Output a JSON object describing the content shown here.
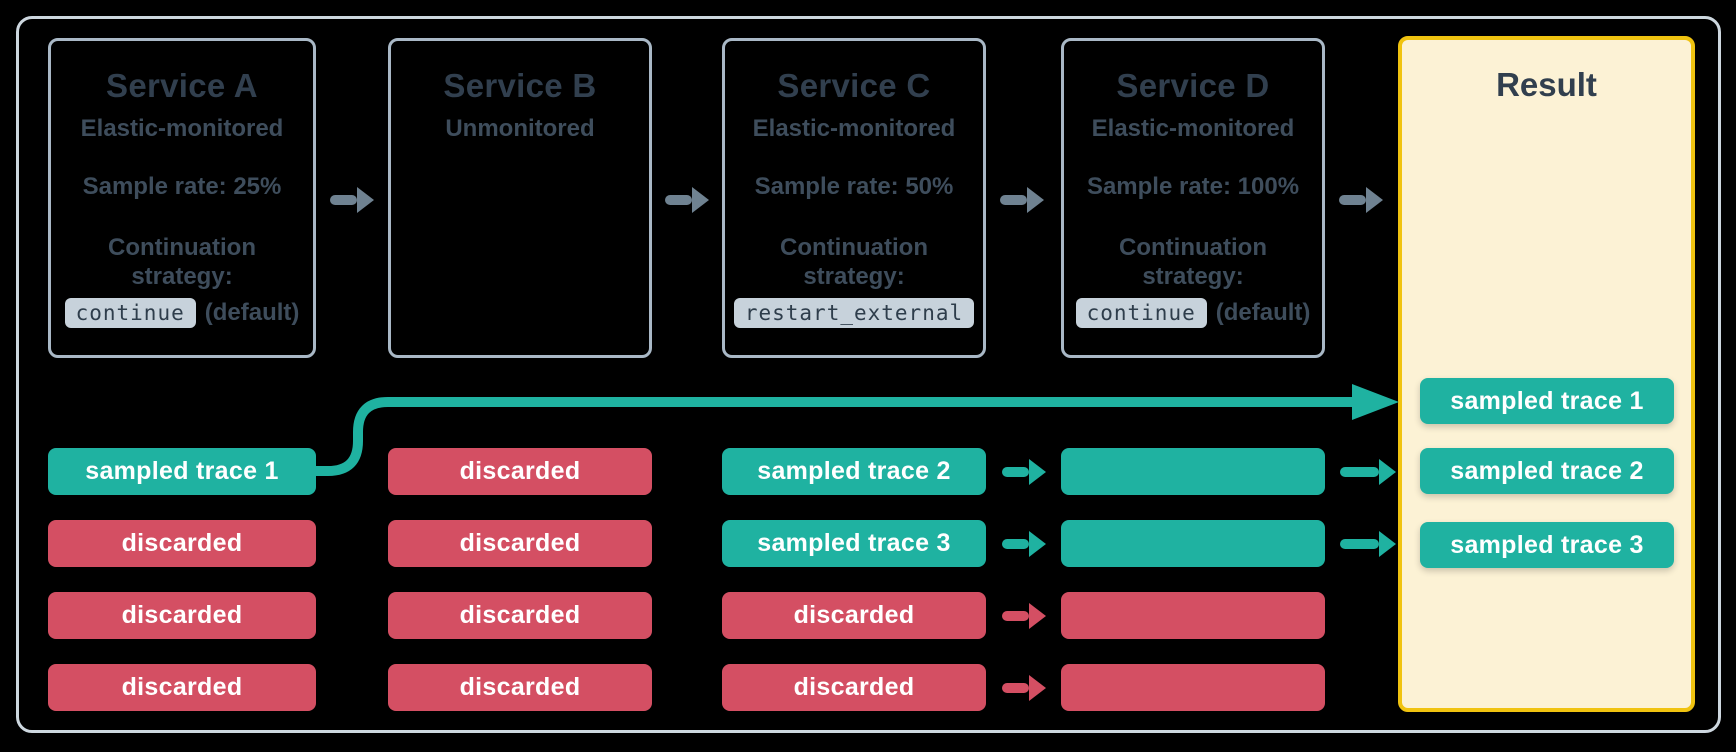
{
  "services": [
    {
      "name": "Service A",
      "monitoring": "Elastic-monitored",
      "sample_rate": "Sample rate: 25%",
      "continuation_line1": "Continuation",
      "continuation_line2": "strategy:",
      "strategy_code": "continue",
      "strategy_suffix": "(default)"
    },
    {
      "name": "Service B",
      "monitoring": "Unmonitored"
    },
    {
      "name": "Service C",
      "monitoring": "Elastic-monitored",
      "sample_rate": "Sample rate: 50%",
      "continuation_line1": "Continuation",
      "continuation_line2": "strategy:",
      "strategy_code": "restart_external",
      "strategy_suffix": ""
    },
    {
      "name": "Service D",
      "monitoring": "Elastic-monitored",
      "sample_rate": "Sample rate: 100%",
      "continuation_line1": "Continuation",
      "continuation_line2": "strategy:",
      "strategy_code": "continue",
      "strategy_suffix": "(default)"
    }
  ],
  "result": {
    "title": "Result",
    "items": [
      "sampled trace 1",
      "sampled trace 2",
      "sampled trace 3"
    ]
  },
  "traces": {
    "service_a": [
      "sampled trace 1",
      "discarded",
      "discarded",
      "discarded"
    ],
    "service_b": [
      "discarded",
      "discarded",
      "discarded",
      "discarded"
    ],
    "service_c": [
      "sampled trace 2",
      "sampled trace 3",
      "discarded",
      "discarded"
    ],
    "service_d": [
      "",
      "",
      "",
      ""
    ]
  },
  "colors": {
    "sampled_teal": "#1fb2a1",
    "discarded_red": "#d44f63",
    "arrow_gray": "#6f8291",
    "result_border": "#f0c310",
    "result_background": "#fcf2d5",
    "frame_border": "#cdd7df",
    "service_border": "#a9b8c6",
    "chip_background": "#c7d2db",
    "text_dark": "#313f4e"
  }
}
